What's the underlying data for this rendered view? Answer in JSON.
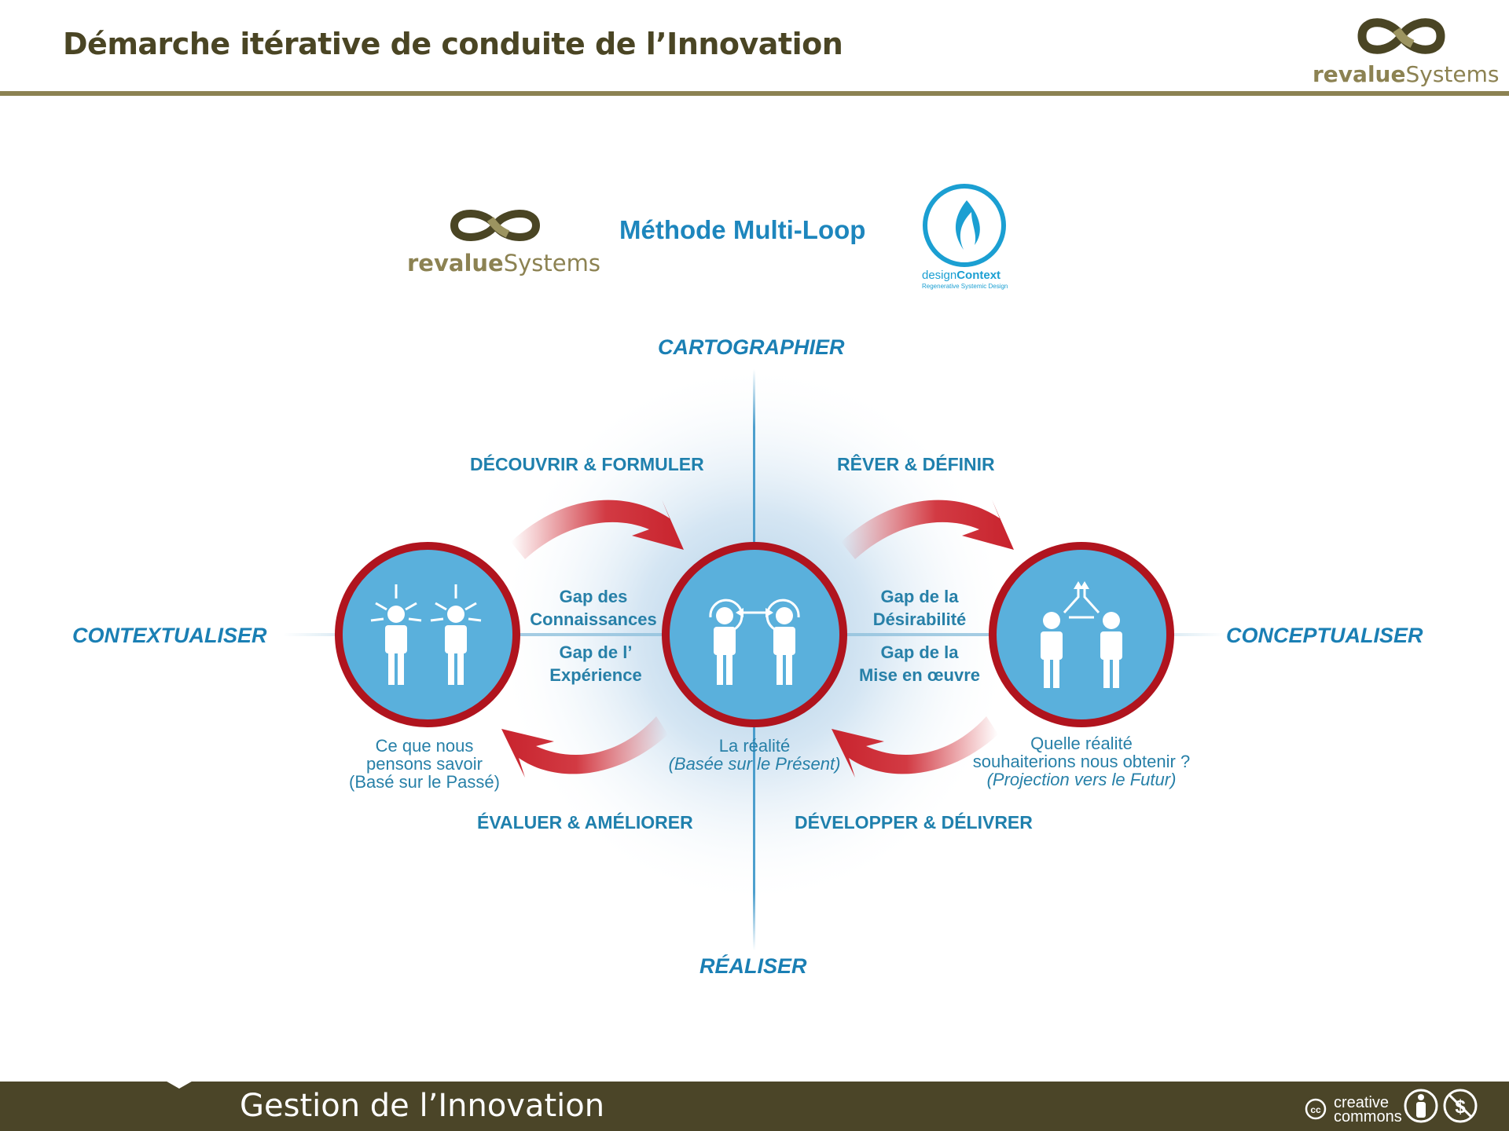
{
  "slide": {
    "title": "Démarche itérative de conduite de l’Innovation",
    "footer_title": "Gestion de l’Innovation",
    "colors": {
      "olive": "#8c8252",
      "footer": "#4b4528",
      "blue": "#1f80ad",
      "red": "#b0141e"
    }
  },
  "header_logo": {
    "word_bold": "revalue",
    "word_regular": "Systems",
    "icon": "infinity-loop-logo"
  },
  "method": {
    "title": "Méthode Multi-Loop",
    "revalue_logo": {
      "word_bold": "revalue",
      "word_regular": "Systems"
    },
    "designcontext_logo": {
      "word_regular": "design",
      "word_bold": "Context",
      "tagline": "Regenerative Systemic Design"
    }
  },
  "axes": {
    "top": "CARTOGRAPHIER",
    "bottom": "RÉALISER",
    "left": "CONTEXTUALISER",
    "right": "CONCEPTUALISER"
  },
  "steps": {
    "top_left": "DÉCOUVRIR & FORMULER",
    "top_right": "RÊVER & DÉFINIR",
    "bottom_left": "ÉVALUER & AMÉLIORER",
    "bottom_right": "DÉVELOPPER & DÉLIVRER"
  },
  "gaps": {
    "left_top": [
      "Gap des",
      "Connaissances"
    ],
    "left_bottom": [
      "Gap de l’",
      "Expérience"
    ],
    "right_top": [
      "Gap de la",
      "Désirabilité"
    ],
    "right_bottom": [
      "Gap de la",
      "Mise en œuvre"
    ]
  },
  "circles": {
    "left": {
      "line1": "Ce que nous",
      "line2": "pensons savoir",
      "line3": "(Basé sur le Passé)",
      "icon": "two-people-receiving-arrows-icon"
    },
    "center": {
      "line1": "La réalité",
      "line2": "(Basée sur le Présent)",
      "icon": "two-people-exchanging-icon"
    },
    "right": {
      "line1": "Quelle réalité",
      "line2": "souhaiterions nous obtenir ?",
      "line3": "(Projection vers le Futur)",
      "icon": "two-people-diverging-arrows-icon"
    }
  },
  "license": {
    "line1": "creative",
    "line2": "commons",
    "icons": [
      "cc-icon",
      "attribution-icon",
      "noncommercial-icon"
    ]
  }
}
